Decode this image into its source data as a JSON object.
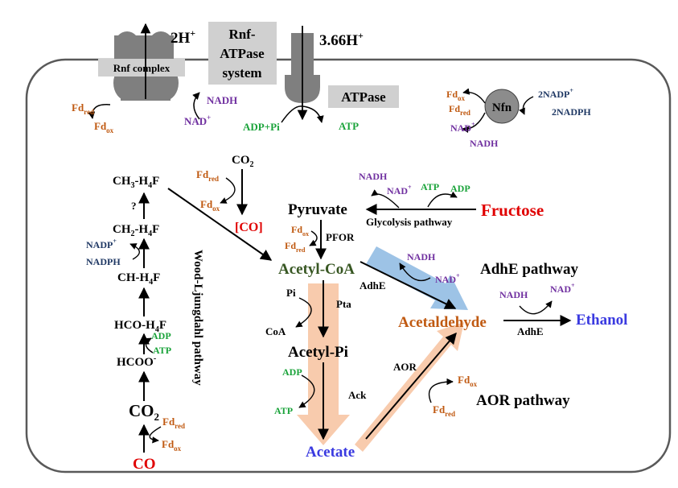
{
  "colors": {
    "black": "#000000",
    "orange": "#c05a12",
    "purple": "#7030a0",
    "navy": "#1f3864",
    "green": "#1aa33a",
    "red": "#e00000",
    "blue": "#3a3ae0",
    "darkgreen": "#385723",
    "gray_shape": "#7f7f7f",
    "gray_box": "#d0d0d0",
    "peach": "#f8cbad",
    "lightblue": "#9dc3e6"
  },
  "membrane": {
    "rnf_complex": "Rnf complex",
    "rnf_protons": "2H",
    "rnf_protons_sup": "+",
    "system_label": [
      "Rnf-",
      "ATPase",
      "system"
    ],
    "atpase_protons": "3.66H",
    "atpase_protons_sup": "+",
    "atpase_label": "ATPase",
    "rnf_fd_red": "Fd",
    "rnf_fd_red_sub": "red",
    "rnf_fd_ox": "Fd",
    "rnf_fd_ox_sub": "ox",
    "rnf_nadh": "NADH",
    "rnf_nad": "NAD",
    "rnf_nad_sup": "+",
    "adp_pi": "ADP+Pi",
    "atp": "ATP"
  },
  "nfn": {
    "label": "Nfn",
    "fd_ox": "Fd",
    "fd_ox_sub": "ox",
    "fd_red": "Fd",
    "fd_red_sub": "red",
    "nad": "NAD",
    "nad_sup": "+",
    "nadh": "NADH",
    "nadp": "2NADP",
    "nadp_sup": "+",
    "nadph": "2NADPH"
  },
  "wood_ljungdahl": {
    "pathway_label": "Wood-Ljungdahl pathway",
    "ch3": "CH",
    "ch3_sub": "3",
    "ch3_tail": "-H",
    "ch3_sub2": "4",
    "ch3_end": "F",
    "question": "?",
    "ch2": "CH",
    "ch2_sub": "2",
    "ch2_tail": "-H",
    "ch2_sub2": "4",
    "ch2_end": "F",
    "nadp": "NADP",
    "nadp_sup": "+",
    "nadph": "NADPH",
    "ch": "CH-H",
    "ch_sub": "4",
    "ch_end": "F",
    "hco_h4f": "HCO-H",
    "hco_sub": "4",
    "hco_end": "F",
    "adp": "ADP",
    "atp": "ATP",
    "hcoo": "HCOO",
    "hcoo_sup": "-",
    "co2": "CO",
    "co2_sub": "2",
    "fd_red": "Fd",
    "fd_red_sub": "red",
    "fd_ox": "Fd",
    "fd_ox_sub": "ox",
    "co": "CO"
  },
  "carbonyl": {
    "co2": "CO",
    "co2_sub": "2",
    "fd_red": "Fd",
    "fd_red_sub": "red",
    "fd_ox": "Fd",
    "fd_ox_sub": "ox",
    "co_bracket": "[CO]"
  },
  "glycolysis": {
    "pyruvate": "Pyruvate",
    "nadh": "NADH",
    "nad": "NAD",
    "nad_sup": "+",
    "atp": "ATP",
    "adp": "ADP",
    "fructose": "Fructose",
    "pathway": "Glycolysis pathway",
    "fd_ox": "Fd",
    "fd_ox_sub": "ox",
    "fd_red": "Fd",
    "fd_red_sub": "red",
    "pfor": "PFOR"
  },
  "central": {
    "acetyl_coa": "Acetyl-CoA",
    "pi": "Pi",
    "pta": "Pta",
    "coa": "CoA",
    "acetyl_pi": "Acetyl-Pi",
    "adp": "ADP",
    "ack": "Ack",
    "atp": "ATP",
    "acetate": "Acetate",
    "adhe1": "AdhE",
    "nadh1": "NADH",
    "nad1": "NAD",
    "nad1_sup": "+",
    "acetaldehyde": "Acetaldehyde",
    "adhe_pathway": "AdhE pathway",
    "nadh2": "NADH",
    "nad2": "NAD",
    "nad2_sup": "+",
    "adhe2": "AdhE",
    "ethanol": "Ethanol",
    "aor": "AOR",
    "fd_ox": "Fd",
    "fd_ox_sub": "ox",
    "fd_red": "Fd",
    "fd_red_sub": "red",
    "aor_pathway": "AOR pathway"
  }
}
